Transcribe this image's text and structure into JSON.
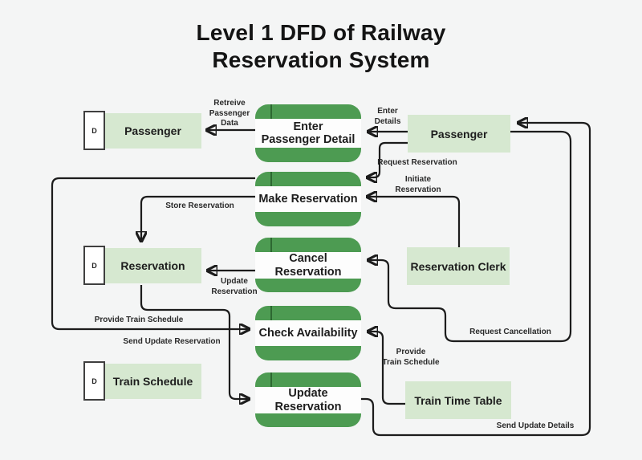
{
  "title": {
    "line1": "Level 1 DFD of Railway",
    "line2": "Reservation System"
  },
  "processes": [
    {
      "label": "Enter\nPassenger Detail"
    },
    {
      "label": "Make Reservation"
    },
    {
      "label": "Cancel Reservation"
    },
    {
      "label": "Check Availability"
    },
    {
      "label": "Update Reservation"
    }
  ],
  "data_stores": [
    {
      "prefix": "D",
      "label": "Passenger"
    },
    {
      "prefix": "D",
      "label": "Reservation"
    },
    {
      "prefix": "D",
      "label": "Train Schedule"
    }
  ],
  "external_entities": [
    {
      "label": "Passenger"
    },
    {
      "label": "Reservation Clerk"
    },
    {
      "label": "Train Time Table"
    }
  ],
  "flows": [
    {
      "label": "Retreive\nPassenger\nData",
      "from": "Enter Passenger Detail",
      "to": "Passenger (data store)"
    },
    {
      "label": "Enter\nDetails",
      "from": "Passenger",
      "to": "Enter Passenger Detail"
    },
    {
      "label": "Request Reservation",
      "from": "Passenger",
      "to": "Make Reservation"
    },
    {
      "label": "Initiate\nReservation",
      "from": "Reservation Clerk",
      "to": "Make Reservation"
    },
    {
      "label": "Store Reservation",
      "from": "Make Reservation",
      "to": "Reservation (data store)"
    },
    {
      "label": "Update\nReservation",
      "from": "Cancel Reservation",
      "to": "Reservation (data store)"
    },
    {
      "label": "Provide Train Schedule",
      "from": "Make Reservation",
      "to": "Check Availability"
    },
    {
      "label": "Send Update Reservation",
      "from": "Reservation (data store)",
      "to": "Update Reservation"
    },
    {
      "label": "Request Cancellation",
      "from": "Passenger",
      "to": "Cancel Reservation"
    },
    {
      "label": "Provide\nTrain Schedule",
      "from": "Train Time Table",
      "to": "Check Availability"
    },
    {
      "label": "Send Update Details",
      "from": "Update Reservation",
      "to": "Passenger"
    }
  ],
  "colors": {
    "process_green": "#4d9b52",
    "process_stripe": "#2d6831",
    "entity_green": "#d6e8d0",
    "line": "#1c1c1c",
    "background": "#f4f5f5",
    "text": "#141414"
  }
}
